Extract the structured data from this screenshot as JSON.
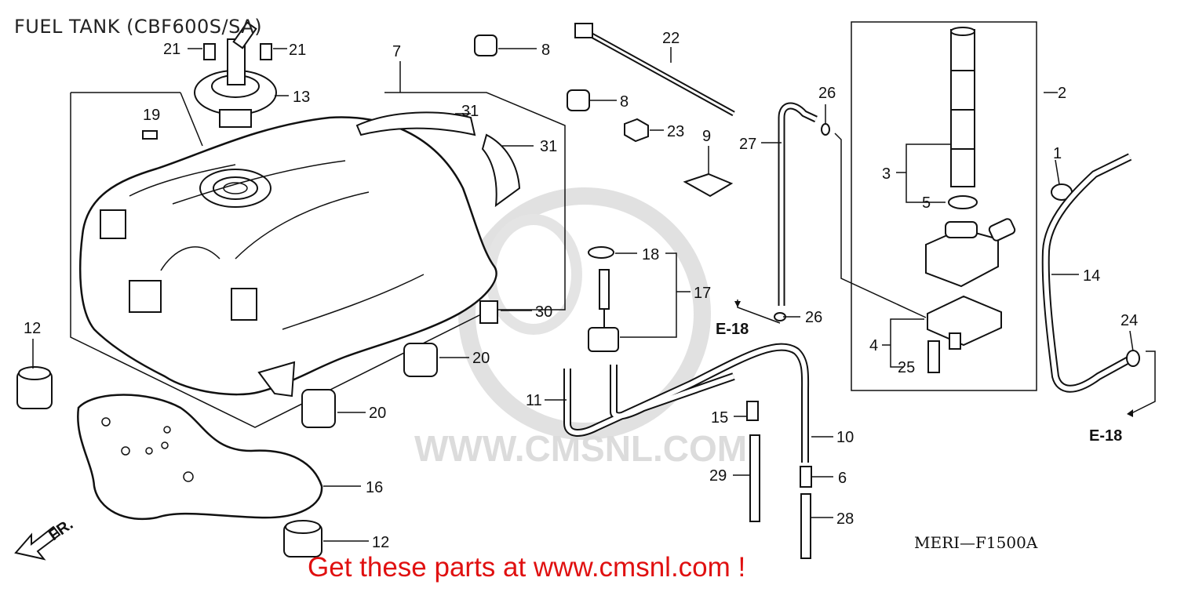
{
  "title": "FUEL TANK (CBF600S/SA)",
  "watermark": "WWW.CMSNL.COM",
  "diagram_code": "MERI—F1500A",
  "cta": "Get these parts at www.cmsnl.com !",
  "front_label": "FR.",
  "ref_labels": {
    "e18_left": "E-18",
    "e18_right": "E-18"
  },
  "callouts": {
    "c1": "1",
    "c2": "2",
    "c3": "3",
    "c4": "4",
    "c5": "5",
    "c6": "6",
    "c7": "7",
    "c8a": "8",
    "c8b": "8",
    "c9": "9",
    "c10": "10",
    "c11": "11",
    "c12a": "12",
    "c12b": "12",
    "c13": "13",
    "c14": "14",
    "c15": "15",
    "c16": "16",
    "c17": "17",
    "c18": "18",
    "c19": "19",
    "c20a": "20",
    "c20b": "20",
    "c21a": "21",
    "c21b": "21",
    "c22": "22",
    "c23": "23",
    "c24": "24",
    "c25": "25",
    "c26a": "26",
    "c26b": "26",
    "c27": "27",
    "c28": "28",
    "c29": "29",
    "c30": "30",
    "c31a": "31",
    "c31b": "31"
  },
  "colors": {
    "line": "#111111",
    "cta": "#e01010",
    "watermark": "#d9d9d9"
  }
}
